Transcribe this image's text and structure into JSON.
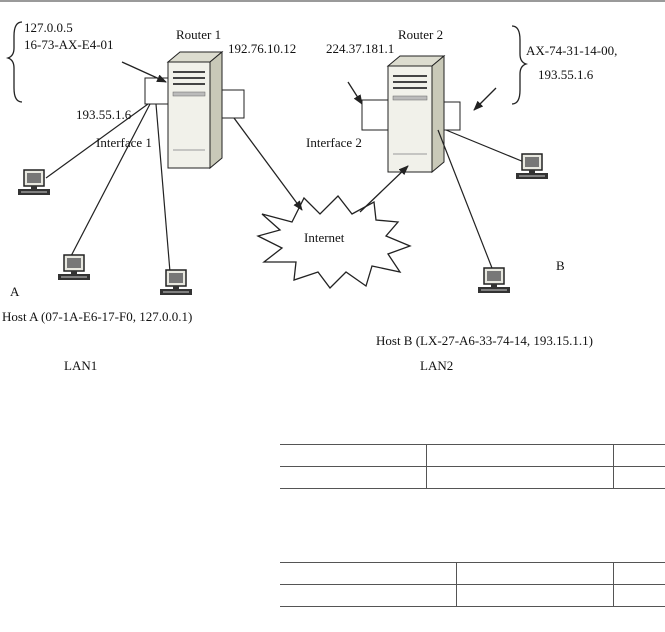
{
  "router1": {
    "title": "Router 1",
    "left_ip": "127.0.0.5",
    "left_mac": "16-73-AX-E4-01",
    "right_ip": "192.76.10.12",
    "lan_ip": "193.55.1.6",
    "interface": "Interface 1"
  },
  "router2": {
    "title": "Router 2",
    "left_ip": "224.37.181.1",
    "right_mac": "AX-74-31-14-00,",
    "right_ip": "193.55.1.6",
    "interface": "Interface 2"
  },
  "internet": {
    "label": "Internet"
  },
  "lan1": {
    "marker": "A",
    "host": "Host A (07-1A-E6-17-F0,  127.0.0.1)",
    "name": "LAN1"
  },
  "lan2": {
    "marker": "B",
    "host": "Host B (LX-27-A6-33-74-14,  193.15.1.1)",
    "name": "LAN2"
  },
  "colors": {
    "line": "#222222",
    "server_body": "#f1f1ea",
    "server_shade": "#c9c9b8",
    "rule": "#9a9a9a"
  },
  "icons": [
    "server-tower-icon",
    "desktop-computer-icon",
    "internet-cloud-icon"
  ]
}
